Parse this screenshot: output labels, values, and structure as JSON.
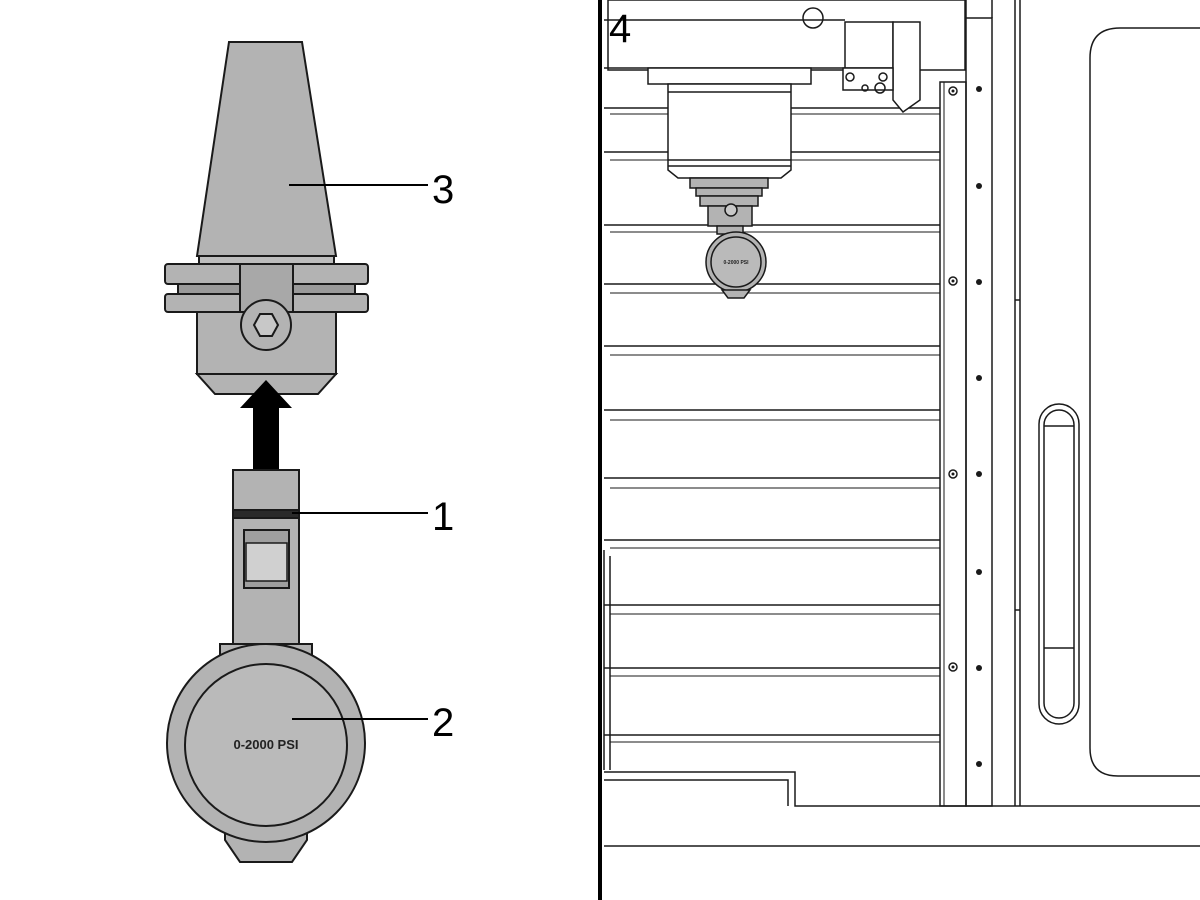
{
  "callouts": [
    {
      "id": "1",
      "label": "1"
    },
    {
      "id": "2",
      "label": "2"
    },
    {
      "id": "3",
      "label": "3"
    },
    {
      "id": "4",
      "label": "4"
    }
  ],
  "gauge": {
    "range_label": "0-2000 PSI",
    "small_label": "0-2000 PSI"
  },
  "colors": {
    "part_fill": "#b3b3b3",
    "part_light": "#c8c8c8",
    "part_dark": "#9a9a9a",
    "outline": "#1a1a1a"
  }
}
